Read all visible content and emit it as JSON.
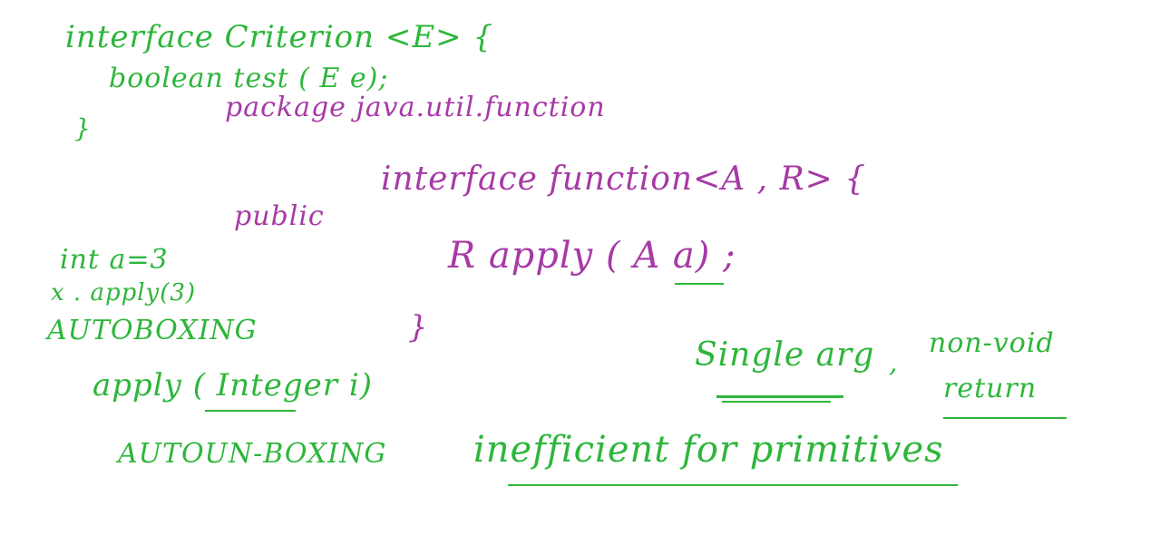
{
  "colors": {
    "green_ink": "#2db63a",
    "purple_ink": "#a63aa6",
    "background": "#ffffff"
  },
  "predicate_interface": {
    "declaration": "interface Criterion <E> {",
    "method": "boolean test ( E e);",
    "closing_brace": "}"
  },
  "function_interface": {
    "package_line": "package java.util.function",
    "public_keyword": "public",
    "declaration": "interface function<A , R> {",
    "method": "R apply ( A a) ;",
    "closing_brace": "}"
  },
  "boxing_notes": {
    "declaration": "int a=3",
    "call": "x . apply(3)",
    "autoboxing_label": "AUTOBOXING",
    "apply_integer": "apply ( Integer i)",
    "unboxing_label": "AUTOUN-BOXING"
  },
  "observations": {
    "single_arg": "Single arg",
    "separator": ",",
    "non_void": "non-void",
    "return": "return",
    "inefficient": "inefficient for primitives"
  }
}
